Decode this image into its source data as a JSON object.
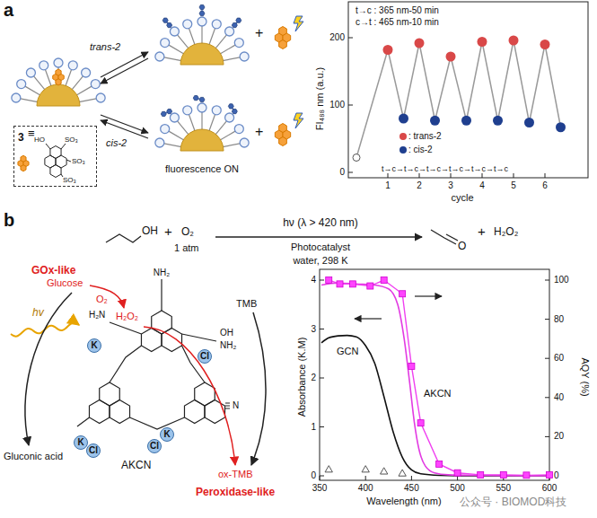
{
  "diagram": {
    "nodes": [
      {
        "text": [
          "3"
        ]
      },
      {
        "text": [
          "K"
        ]
      },
      {
        "text": [
          "Cl"
        ]
      },
      {
        "text": [
          "K"
        ]
      },
      {
        "text": [
          "Cl"
        ]
      },
      {
        "text": [
          "Cl"
        ]
      },
      {
        "text": [
          "K"
        ]
      }
    ],
    "labels": [
      "a",
      "trans-2",
      "cis-2",
      "fluorescence ON",
      "≡",
      "HO",
      "SO₃",
      "SO₃",
      "SO₃",
      "+",
      "+",
      "t→c : 365 nm-50 min",
      "c→t : 465 nm-10 min",
      "200",
      "100",
      "0",
      "FI₄₈₈ nm (a.u.)",
      "1",
      "2",
      "3",
      "4",
      "5",
      "6",
      "cycle",
      "t→c→t→c→t→c→t→c→t→c→t→c",
      "b",
      "OH",
      "+",
      "O₂",
      "1 atm",
      "hν (λ > 420 nm)",
      "Photocatalyst",
      "water, 298 K",
      "O",
      "+",
      "H₂O₂",
      "GOx-like",
      "Glucose",
      "hv",
      "O₂",
      "H₂N",
      "H₂O₂",
      "NH₂",
      "TMB",
      "OH",
      "NH₂",
      "N",
      "Gluconic acid",
      "AKCN",
      "ox-TMB",
      "Peroxidase-like",
      "4",
      "3",
      "2",
      "1",
      "0",
      "Absorbance (K.M)",
      "100",
      "80",
      "60",
      "40",
      "20",
      "0",
      "AQY (%)",
      "350",
      "400",
      "450",
      "500",
      "550",
      "600",
      "Wavelength (nm)",
      "GCN",
      "AKCN",
      "公众号 · BIOMOD科技"
    ],
    "legend": [
      {
        "text": ": trans-2",
        "color": "#d94848"
      },
      {
        "text": ": cis-2",
        "color": "#1f3f8f"
      }
    ]
  }
}
